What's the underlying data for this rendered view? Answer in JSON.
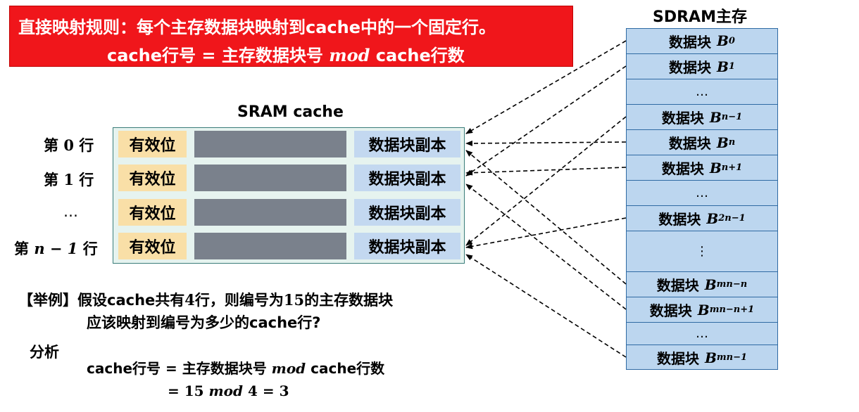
{
  "title": {
    "line1": "直接映射规则：每个主存数据块映射到cache中的一个固定行。",
    "line2_a": "cache行号 = 主存数据块号 ",
    "line2_mod": "mod",
    "line2_b": " cache行数"
  },
  "cache": {
    "title": "SRAM  cache",
    "rows": [
      {
        "label_a": "第 ",
        "label_num": "0",
        "label_b": " 行",
        "valid": "有效位",
        "copy": "数据块副本"
      },
      {
        "label_a": "第 ",
        "label_num": "1",
        "label_b": " 行",
        "valid": "有效位",
        "copy": "数据块副本"
      },
      {
        "label_a": "…",
        "label_num": "",
        "label_b": "",
        "valid": "有效位",
        "copy": "数据块副本"
      },
      {
        "label_a": "第 ",
        "label_num": "n − 1",
        "label_b": " 行",
        "valid": "有效位",
        "copy": "数据块副本"
      }
    ]
  },
  "memory": {
    "title": "SDRAM主存",
    "block_label": "数据块",
    "block_symbol": "B",
    "blocks": [
      {
        "sub": "0",
        "dots": false
      },
      {
        "sub": "1",
        "dots": false
      },
      {
        "sub": "",
        "dots": true,
        "text": "…"
      },
      {
        "sub": "n−1",
        "dots": false
      },
      {
        "sub": "n",
        "dots": false
      },
      {
        "sub": "n+1",
        "dots": false
      },
      {
        "sub": "",
        "dots": true,
        "text": "…"
      },
      {
        "sub": "2n−1",
        "dots": false
      },
      {
        "sub": "",
        "dots": true,
        "text": "⋮"
      },
      {
        "sub": "mn−n",
        "dots": false
      },
      {
        "sub": "mn−n+1",
        "dots": false
      },
      {
        "sub": "",
        "dots": true,
        "text": "…"
      },
      {
        "sub": "mn−1",
        "dots": false
      }
    ]
  },
  "example": {
    "line1_a": "【举例】假设cache共有",
    "line1_n1": "4",
    "line1_b": "行，则编号为",
    "line1_n2": "15",
    "line1_c": "的主存数据块",
    "line2": "应该映射到编号为多少的cache行?",
    "analysis_label": "分析",
    "formula_a": "cache行号 = 主存数据块号 ",
    "formula_mod": "mod",
    "formula_b": " cache行数",
    "result_eq1": "= 15 ",
    "result_mod": "mod",
    "result_eq2": " 4 = 3"
  },
  "colors": {
    "title_bg": "#f0161b",
    "valid_bg": "#f9dfa7",
    "tag_bg": "#7a818c",
    "copy_bg": "#c3d8f0",
    "memory_bg": "#bcd6ef"
  }
}
